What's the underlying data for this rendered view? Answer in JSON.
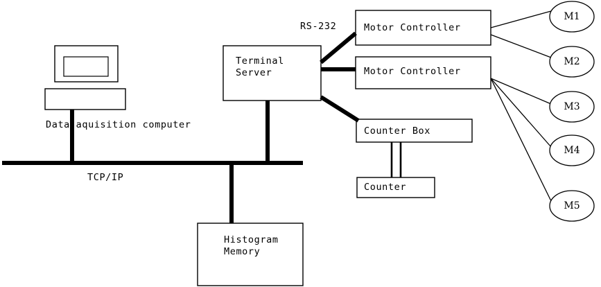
{
  "diagram": {
    "title": "Data acquisition system block diagram",
    "bus": {
      "label": "TCP/IP",
      "protocol_label_secondary": "RS-232"
    },
    "nodes": {
      "computer": {
        "label": "Data aquisition computer",
        "monitor_name": "crt-monitor",
        "base_name": "computer-base"
      },
      "terminal_server": {
        "line1": "Terminal",
        "line2": "Server"
      },
      "motor_controller_1": {
        "label": "Motor Controller"
      },
      "motor_controller_2": {
        "label": "Motor Controller"
      },
      "counter_box": {
        "label": "Counter Box"
      },
      "counter": {
        "label": "Counter"
      },
      "histogram_memory": {
        "line1": "Histogram",
        "line2": "Memory"
      }
    },
    "motors": [
      {
        "id": "m1",
        "label": "M1"
      },
      {
        "id": "m2",
        "label": "M2"
      },
      {
        "id": "m3",
        "label": "M3"
      },
      {
        "id": "m4",
        "label": "M4"
      },
      {
        "id": "m5",
        "label": "M5"
      }
    ],
    "colors": {
      "stroke": "#000000",
      "fill": "#ffffff",
      "text": "#000000"
    }
  }
}
